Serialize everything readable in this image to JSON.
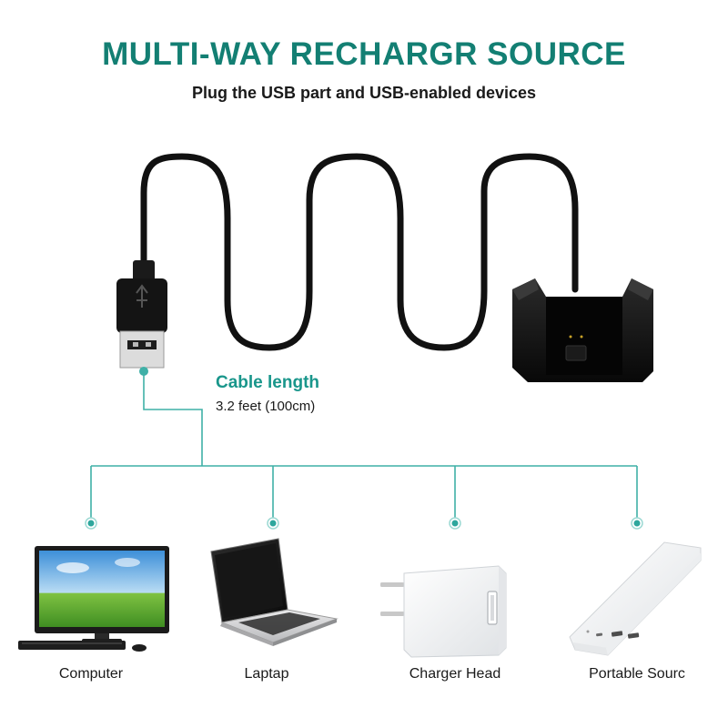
{
  "header": {
    "title": "MULTI-WAY RECHARGR SOURCE",
    "subtitle": "Plug the USB part and USB-enabled devices"
  },
  "cable": {
    "label": "Cable length",
    "value": "3.2 feet (100cm)"
  },
  "devices": [
    {
      "label": "Computer",
      "icon": "monitor-keyboard-mouse"
    },
    {
      "label": "Laptap",
      "icon": "laptop"
    },
    {
      "label": "Charger Head",
      "icon": "usb-wall-charger"
    },
    {
      "label": "Portable Sourc",
      "icon": "power-bank"
    }
  ],
  "colors": {
    "title": "#137f73",
    "accent": "#19968b",
    "connector_line": "#3fb0a7",
    "text": "#1a1a1a"
  }
}
